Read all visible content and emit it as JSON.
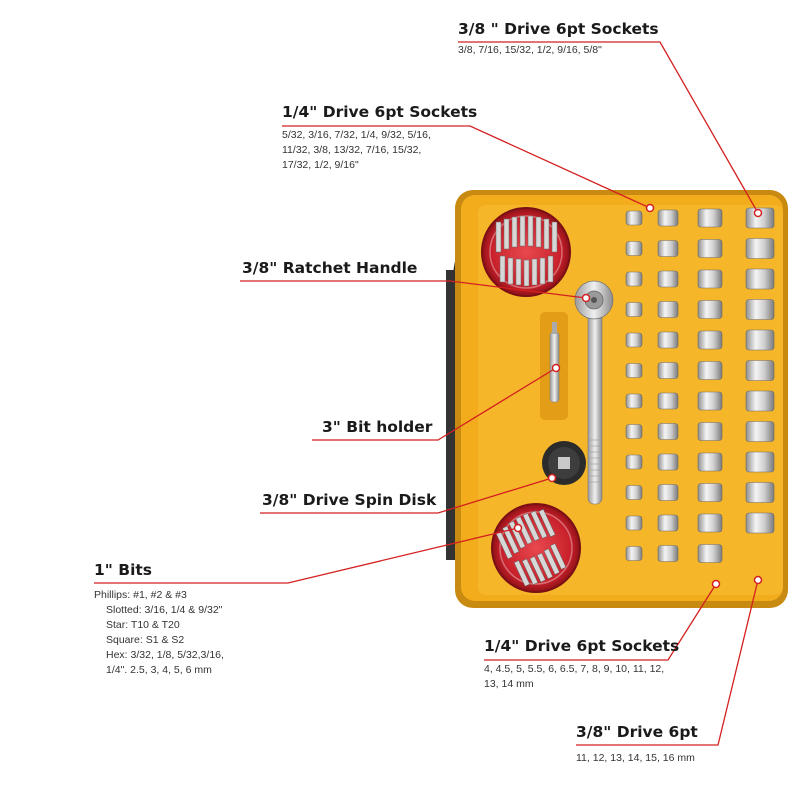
{
  "callouts": {
    "drive38_6pt_sockets": {
      "title": "3/8 \" Drive 6pt Sockets",
      "sizes": "3/8, 7/16, 15/32, 1/2, 9/16, 5/8\""
    },
    "drive14_6pt_sockets_sae": {
      "title": "1/4\" Drive 6pt Sockets",
      "sizes_lines": [
        "5/32, 3/16, 7/32, 1/4, 9/32, 5/16,",
        "11/32, 3/8, 13/32, 7/16, 15/32,",
        "17/32, 1/2, 9/16\""
      ]
    },
    "ratchet_handle": {
      "title": "3/8\" Ratchet Handle"
    },
    "bit_holder": {
      "title": "3\" Bit holder"
    },
    "spin_disk": {
      "title": "3/8\" Drive Spin Disk"
    },
    "bits": {
      "title": "1\" Bits",
      "lines": [
        "Phillips: #1, #2 & #3",
        "Slotted: 3/16, 1/4 & 9/32\"",
        "Star: T10 & T20",
        "Square: S1 & S2",
        "Hex: 3/32, 1/8, 5/32,3/16,",
        "1/4\". 2.5, 3, 4, 5, 6 mm"
      ]
    },
    "drive14_6pt_sockets_metric": {
      "title": "1/4\" Drive 6pt Sockets",
      "sizes_lines": [
        "4, 4.5, 5, 5.5, 6, 6.5, 7, 8, 9, 10, 11, 12,",
        "13, 14 mm"
      ]
    },
    "drive38_6pt_metric": {
      "title": "3/8\" Drive 6pt",
      "sizes": "11, 12, 13, 14, 15, 16 mm"
    }
  },
  "colors": {
    "case_yellow": "#f2ac1c",
    "case_shadow": "#c98a12",
    "leader_line": "#d42020",
    "dot": "#ffffff",
    "bit_disk_red": "#c8202a",
    "handle_black": "#2a2a2a"
  }
}
